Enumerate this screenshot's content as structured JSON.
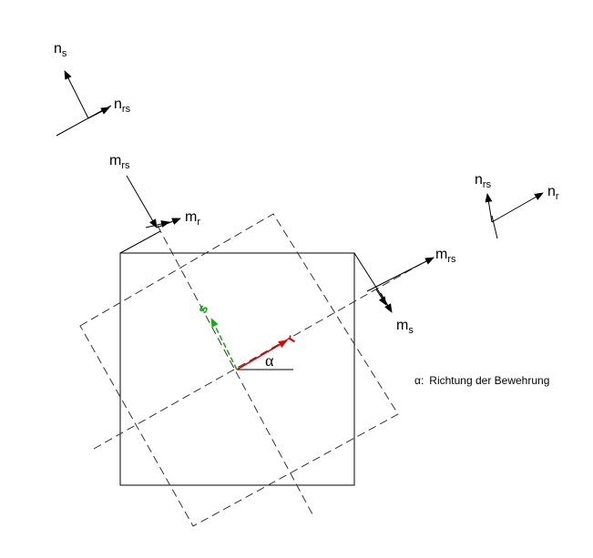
{
  "labels": {
    "ns_base": "n",
    "ns_sub": "s",
    "nrs_top_base": "n",
    "nrs_top_sub": "rs",
    "mrs_top_base": "m",
    "mrs_top_sub": "rs",
    "mr_base": "m",
    "mr_sub": "r",
    "nrs_right_base": "n",
    "nrs_right_sub": "rs",
    "nr_base": "n",
    "nr_sub": "r",
    "mrs_right_base": "m",
    "mrs_right_sub": "rs",
    "ms_base": "m",
    "ms_sub": "s",
    "axis_r": "r",
    "axis_s": "s",
    "alpha": "α"
  },
  "note": {
    "symbol": "α:",
    "text": "Richtung der Bewehrung"
  },
  "colors": {
    "r_axis": "#e00000",
    "s_axis": "#10b010",
    "lines": "#000000"
  }
}
